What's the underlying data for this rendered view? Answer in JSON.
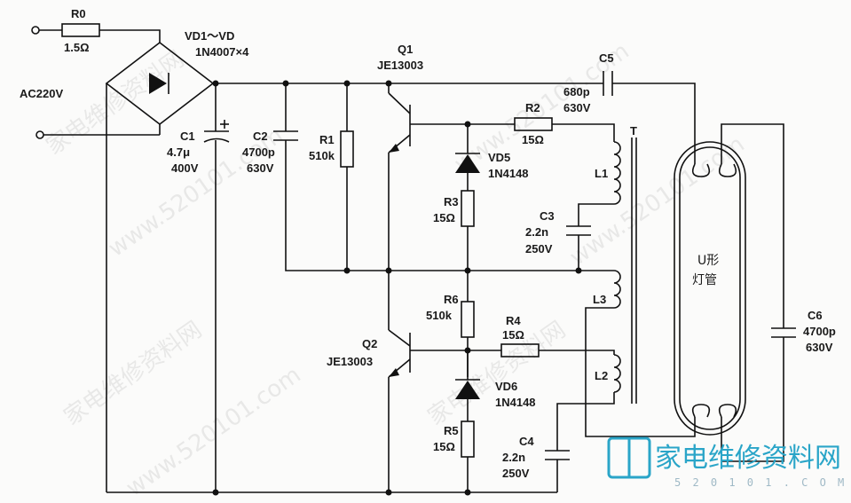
{
  "labels": {
    "r0": "R0",
    "r0_val": "1.5Ω",
    "ac": "AC220V",
    "bridge": "VD1～VD",
    "bridge_type": "1N4007×4",
    "c1": "C1",
    "c1_val1": "4.7μ",
    "c1_val2": "400V",
    "c2": "C2",
    "c2_val1": "4700p",
    "c2_val2": "630V",
    "r1": "R1",
    "r1_val": "510k",
    "q1": "Q1",
    "q1_type": "JE13003",
    "c5": "C5",
    "c5_val1": "680p",
    "c5_val2": "630V",
    "r2": "R2",
    "r2_val": "15Ω",
    "t": "T",
    "vd5": "VD5",
    "vd5_type": "1N4148",
    "l1": "L1",
    "r3": "R3",
    "r3_val": "15Ω",
    "c3": "C3",
    "c3_val1": "2.2n",
    "c3_val2": "250V",
    "r6": "R6",
    "r6_val": "510k",
    "l3": "L3",
    "q2": "Q2",
    "q2_type": "JE13003",
    "r4": "R4",
    "r4_val": "15Ω",
    "l2": "L2",
    "vd6": "VD6",
    "vd6_type": "1N4148",
    "r5": "R5",
    "r5_val": "15Ω",
    "c4": "C4",
    "c4_val1": "2.2n",
    "c4_val2": "250V",
    "tube1": "U形",
    "tube2": "灯管",
    "c6": "C6",
    "c6_val1": "4700p",
    "c6_val2": "630V"
  },
  "watermark": {
    "text_cn": "家电维修资料网",
    "text_url": "www.520101.com",
    "logo_text": "家电维修资料网",
    "logo_sub": "5 2 0 1 0 1 . C O M"
  },
  "colors": {
    "line": "#111111",
    "logo": "#2aa5c8"
  }
}
